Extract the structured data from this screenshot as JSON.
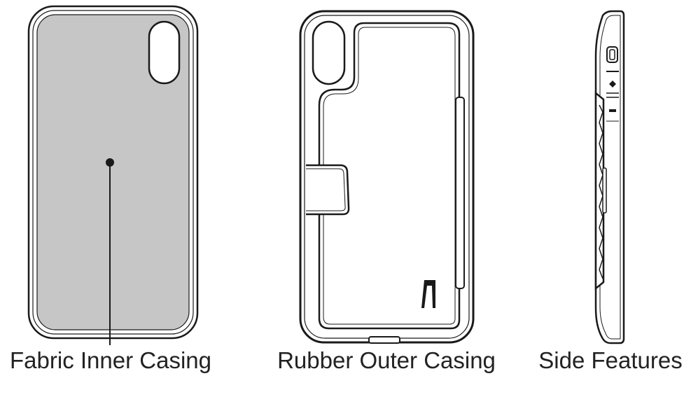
{
  "captions": {
    "fabric": "Fabric Inner Casing",
    "rubber": "Rubber Outer Casing",
    "side": "Side Features"
  },
  "colors": {
    "outline": "#1a1a1a",
    "fabric_fill": "#c6c6c6",
    "background": "#ffffff"
  }
}
